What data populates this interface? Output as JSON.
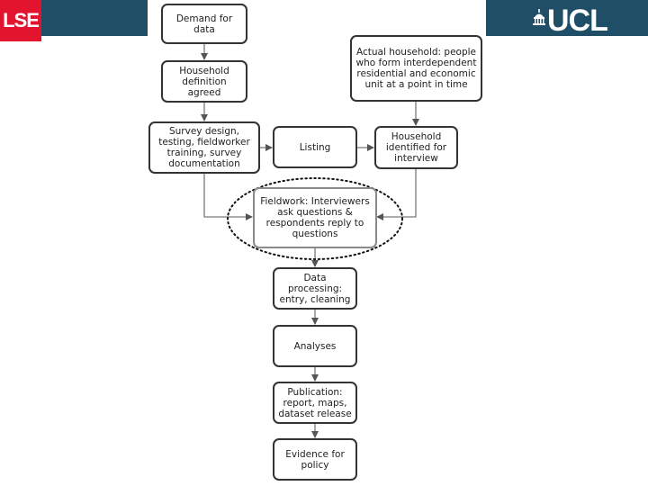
{
  "header": {
    "lse_logo_text": "LSE",
    "ucl_logo_text": "UCL",
    "colors": {
      "bar": "#1f4e66",
      "lse_red": "#e3142d"
    }
  },
  "diagram": {
    "nodes": {
      "demand": "Demand for data",
      "household_definition": "Household definition agreed",
      "actual_household": "Actual household: people who form interdependent residential and economic unit at a point in time",
      "survey_design": "Survey design, testing, fieldworker training, survey documentation",
      "listing": "Listing",
      "household_identified": "Household identified for interview",
      "fieldwork": "Fieldwork: Interviewers ask questions & respondents reply to questions",
      "data_processing": "Data processing: entry, cleaning",
      "analyses": "Analyses",
      "publication": "Publication: report, maps, dataset release",
      "evidence": "Evidence for policy"
    }
  }
}
